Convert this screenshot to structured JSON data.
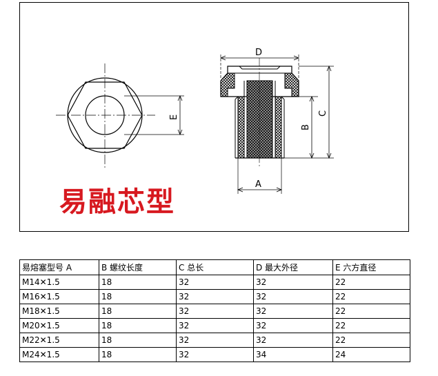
{
  "drawing": {
    "dim_labels": {
      "d": "D",
      "e": "E",
      "b": "B",
      "c": "C",
      "a": "A"
    },
    "caption": "易融芯型"
  },
  "table": {
    "headers": [
      "易熔塞型号 A",
      "B 螺纹长度",
      "C 总长",
      "D 最大外径",
      "E 六方直径"
    ],
    "rows": [
      [
        "M14✕1.5",
        "18",
        "32",
        "32",
        "22"
      ],
      [
        "M16✕1.5",
        "18",
        "32",
        "32",
        "22"
      ],
      [
        "M18✕1.5",
        "18",
        "32",
        "32",
        "22"
      ],
      [
        "M20✕1.5",
        "18",
        "32",
        "32",
        "22"
      ],
      [
        "M22✕1.5",
        "18",
        "32",
        "32",
        "22"
      ],
      [
        "M24✕1.5",
        "18",
        "32",
        "34",
        "24"
      ]
    ]
  }
}
